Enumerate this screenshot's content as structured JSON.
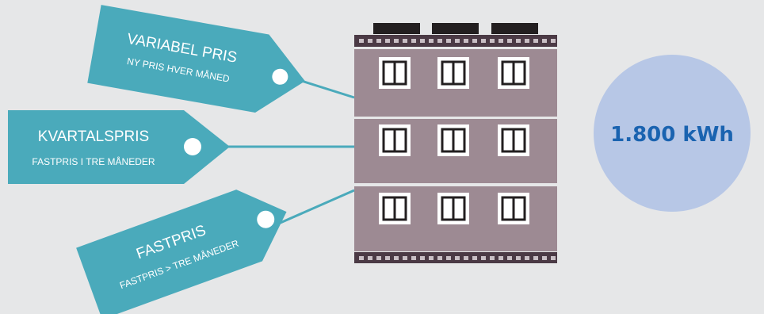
{
  "tags": [
    {
      "title": "VARIABEL PRIS",
      "subtitle": "NY PRIS HVER MÅNED"
    },
    {
      "title": "KVARTALSPRIS",
      "subtitle": "FASTPRIS I TRE MÅNEDER"
    },
    {
      "title": "FASTPRIS",
      "subtitle": "FASTPRIS > TRE MÅNEDER"
    }
  ],
  "consumption": "1.800 kWh",
  "colors": {
    "tag": "#4aaabb",
    "building": "#9d8a93",
    "building_dark": "#4b3a45",
    "roof_block": "#231f20",
    "circle": "#b7c7e6",
    "kwh_text": "#1a63b0",
    "background": "#e6e7e8"
  }
}
